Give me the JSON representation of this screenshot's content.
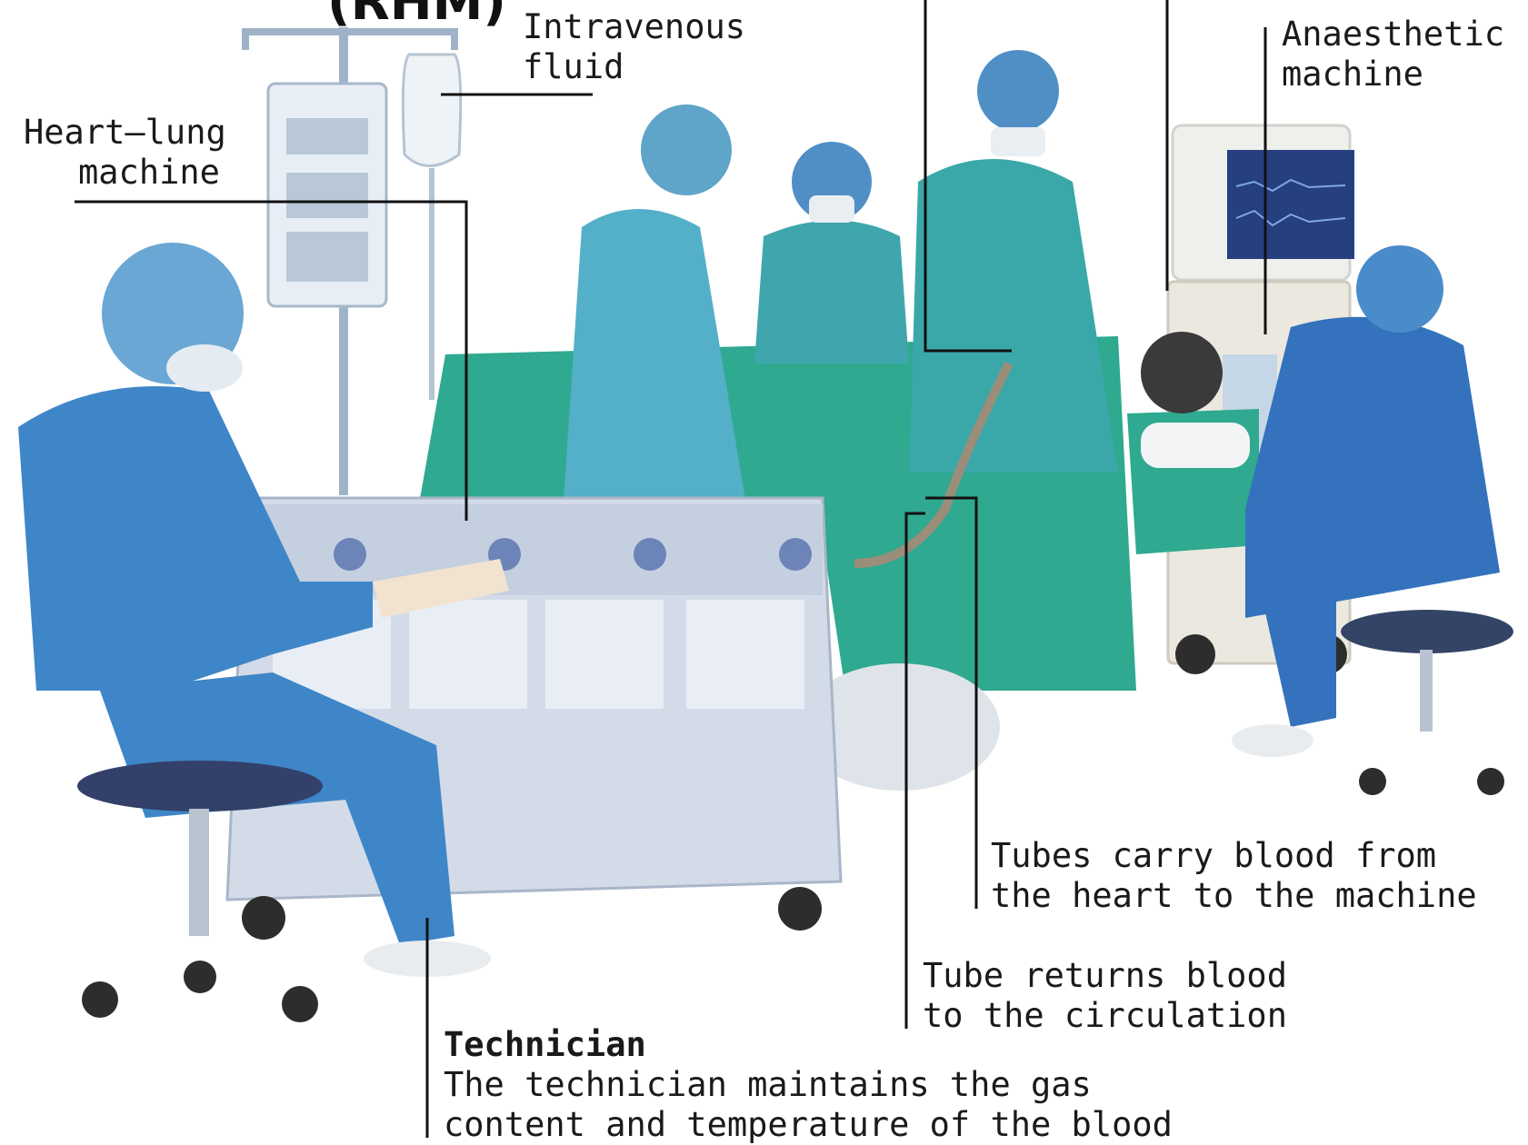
{
  "header": {
    "clipped_title": "(RHM)"
  },
  "labels": {
    "intravenous_fluid": [
      "Intravenous",
      "fluid"
    ],
    "anaesthetic_machine": [
      "Anaesthetic",
      "machine"
    ],
    "heart_lung_machine": [
      "Heart–lung",
      "machine"
    ],
    "tubes_carry": [
      "Tubes carry blood from",
      "the heart to the machine"
    ],
    "tube_returns": [
      "Tube returns blood",
      "to the circulation"
    ],
    "technician_title": "Technician",
    "technician_desc": [
      "The technician maintains the gas",
      "content and temperature of the blood"
    ]
  },
  "colors": {
    "scrubs_blue": "#3f86c8",
    "gown_teal": "#37a7b5",
    "drape_green": "#2fa98f",
    "machine_grey": "#d3dbe8",
    "leader_line": "#111111"
  }
}
